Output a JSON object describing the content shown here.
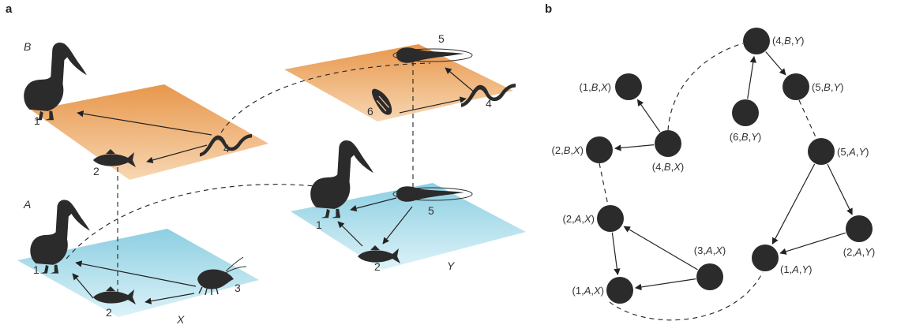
{
  "panels": {
    "a": "a",
    "b": "b"
  },
  "layers": {
    "B": "B",
    "A": "A",
    "X": "X",
    "Y": "Y"
  },
  "species_numbers": {
    "n1": "1",
    "n2": "2",
    "n3": "3",
    "n4": "4",
    "n5": "5",
    "n6": "6"
  },
  "nodes": [
    {
      "id": "4BY",
      "prefix": "(4,",
      "mid": "B",
      "comma": ",",
      "end": "Y",
      "close": ")"
    },
    {
      "id": "1BX",
      "prefix": "(1,",
      "mid": "B",
      "comma": ",",
      "end": "X",
      "close": ")"
    },
    {
      "id": "5BY",
      "prefix": "(5,",
      "mid": "B",
      "comma": ",",
      "end": "Y",
      "close": ")"
    },
    {
      "id": "6BY",
      "prefix": "(6,",
      "mid": "B",
      "comma": ",",
      "end": "Y",
      "close": ")"
    },
    {
      "id": "2BX",
      "prefix": "(2,",
      "mid": "B",
      "comma": ",",
      "end": "X",
      "close": ")"
    },
    {
      "id": "4BX",
      "prefix": "(4,",
      "mid": "B",
      "comma": ",",
      "end": "X",
      "close": ")"
    },
    {
      "id": "5AY",
      "prefix": "(5,",
      "mid": "A",
      "comma": ",",
      "end": "Y",
      "close": ")"
    },
    {
      "id": "2AX",
      "prefix": "(2,",
      "mid": "A",
      "comma": ",",
      "end": "X",
      "close": ")"
    },
    {
      "id": "3AX",
      "prefix": "(3,",
      "mid": "A",
      "comma": ",",
      "end": "X",
      "close": ")"
    },
    {
      "id": "2AY",
      "prefix": "(2,",
      "mid": "A",
      "comma": ",",
      "end": "Y",
      "close": ")"
    },
    {
      "id": "1AY",
      "prefix": "(1,",
      "mid": "A",
      "comma": ",",
      "end": "Y",
      "close": ")"
    },
    {
      "id": "1AX",
      "prefix": "(1,",
      "mid": "A",
      "comma": ",",
      "end": "X",
      "close": ")"
    }
  ],
  "colors": {
    "orange_top": "#e89a52",
    "orange_bottom": "#f6d3ad",
    "blue_top": "#8fd0e3",
    "blue_bottom": "#d6eff6",
    "node": "#2b2b2b",
    "line": "#222222"
  }
}
